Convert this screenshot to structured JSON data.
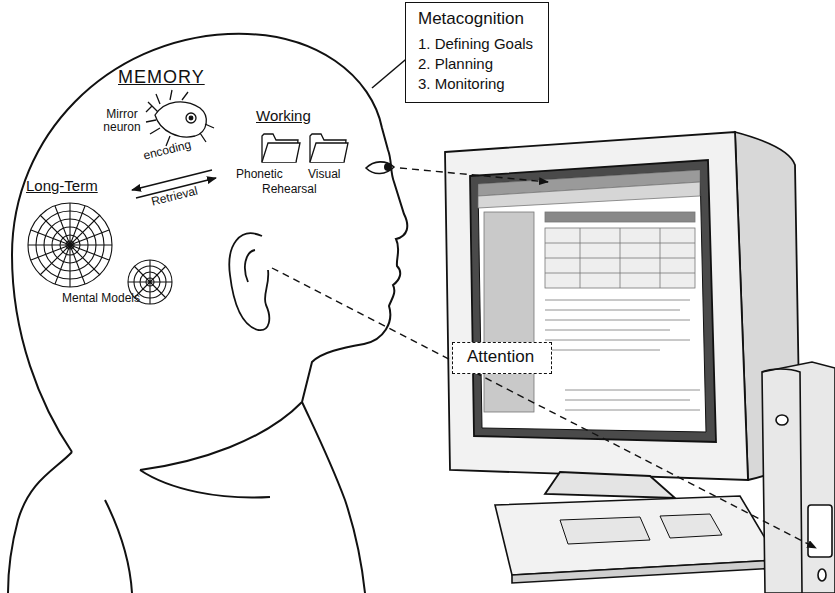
{
  "diagram": {
    "nodes": [
      {
        "text": [
          "Metacognition",
          "1. Defining Goals",
          "2. Planning",
          "3. Monitoring"
        ]
      },
      {
        "text": [
          "Attention"
        ]
      }
    ],
    "labels": [
      "MEMORY",
      "Mirror neuron",
      "Working",
      "Long-Term",
      "encoding",
      "Retrieval",
      "Phonetic",
      "Visual",
      "Rehearsal",
      "Mental Models"
    ]
  }
}
